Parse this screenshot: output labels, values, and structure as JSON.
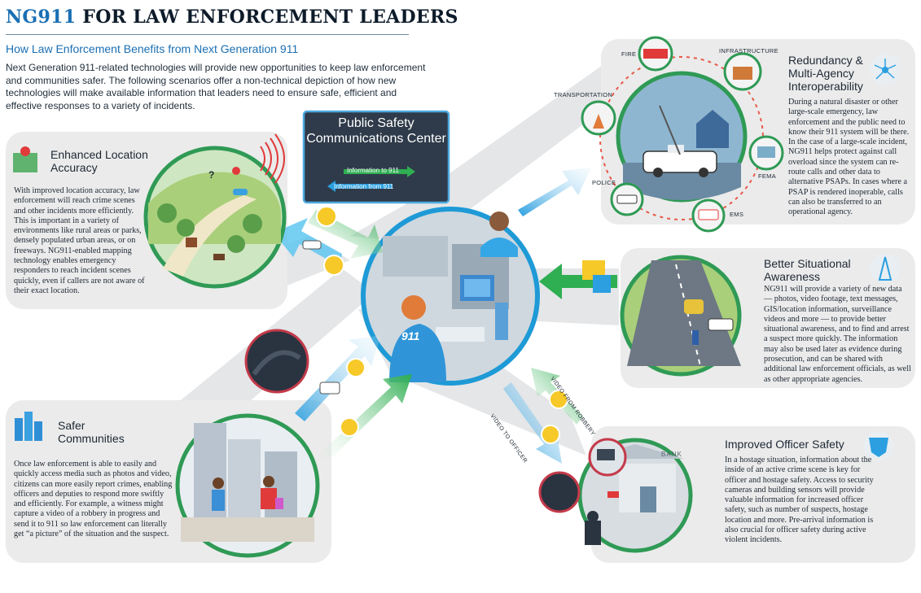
{
  "header": {
    "title_accent": "NG911",
    "title_rest": " FOR LAW ENFORCEMENT LEADERS",
    "subtitle": "How Law Enforcement Benefits from Next Generation 911",
    "intro": "Next Generation 911-related technologies will provide new opportunities to keep law enforcement and communities safer. The following scenarios offer a non-technical depiction of how new technologies will make available information that leaders need to ensure safe, efficient and effective responses to a variety of incidents."
  },
  "center": {
    "title": "Public Safety Communications Center",
    "to_911": "Information to 911",
    "from_911": "Information from 911",
    "badge": "911"
  },
  "panels": {
    "location": {
      "title": "Enhanced Location Accuracy",
      "body": "With improved location accuracy, law enforcement will reach crime scenes and other incidents more efficiently. This is important in a variety of environments like rural areas or parks, densely populated urban areas, or on freeways. NG911-enabled mapping technology enables emergency responders to reach incident scenes quickly, even if callers are not aware of their exact location.",
      "question": "?"
    },
    "safer": {
      "title": "Safer Communities",
      "body": "Once law enforcement is able to easily and quickly access media such as photos and video, citizens can more easily report crimes, enabling officers and deputies to respond more swiftly and efficiently. For example, a witness might capture a video of a robbery in progress and send it to 911 so law enforcement can literally get “a picture” of the situation and the suspect."
    },
    "redundancy": {
      "title": "Redundancy & Multi-Agency Interoperability",
      "body": "During a natural disaster or other large-scale emergency, law enforcement and the public need to know their 911 system will be there. In the case of a large-scale incident, NG911 helps protect against call overload since the system can re-route calls and other data to alternative PSAPs. In cases where a PSAP is rendered inoperable, calls can also be transferred to an operational agency.",
      "labels": {
        "fire": "FIRE",
        "infrastructure": "INFRASTRUCTURE",
        "transportation": "TRANSPORTATION",
        "police": "POLICE",
        "fema": "FEMA",
        "ems": "EMS"
      }
    },
    "awareness": {
      "title": "Better Situational Awareness",
      "body": "NG911 will provide a variety of new data — photos, video footage, text messages, GIS/location information, surveillance videos and more — to provide better situational awareness, and to find and arrest a suspect more quickly. The information may also be used later as evidence during prosecution, and can be shared with additional law enforcement officials, as well as other appropriate agencies."
    },
    "officer": {
      "title": "Improved Officer Safety",
      "body": "In a hostage situation, information about the inside of an active crime scene is key for officer and hostage safety. Access to security cameras and building sensors will provide valuable information for increased officer safety, such as number of suspects, hostage location and more. Pre-arrival information is also crucial for officer safety during active violent incidents.",
      "bank": "BANK"
    }
  },
  "flows": {
    "video_a": "VIDEO",
    "video_b": "VIDEO",
    "video_from_robbery": "VIDEO FROM ROBBERY",
    "video_to_officer": "VIDEO TO OFFICER"
  },
  "colors": {
    "accent_blue": "#1a6fb3",
    "green_ring": "#2f9a55",
    "center_blue": "#2b9fe0",
    "panel_gray": "#ebebeb",
    "arrow_green": "#3fb860",
    "arrow_blue": "#5fc7f0"
  }
}
